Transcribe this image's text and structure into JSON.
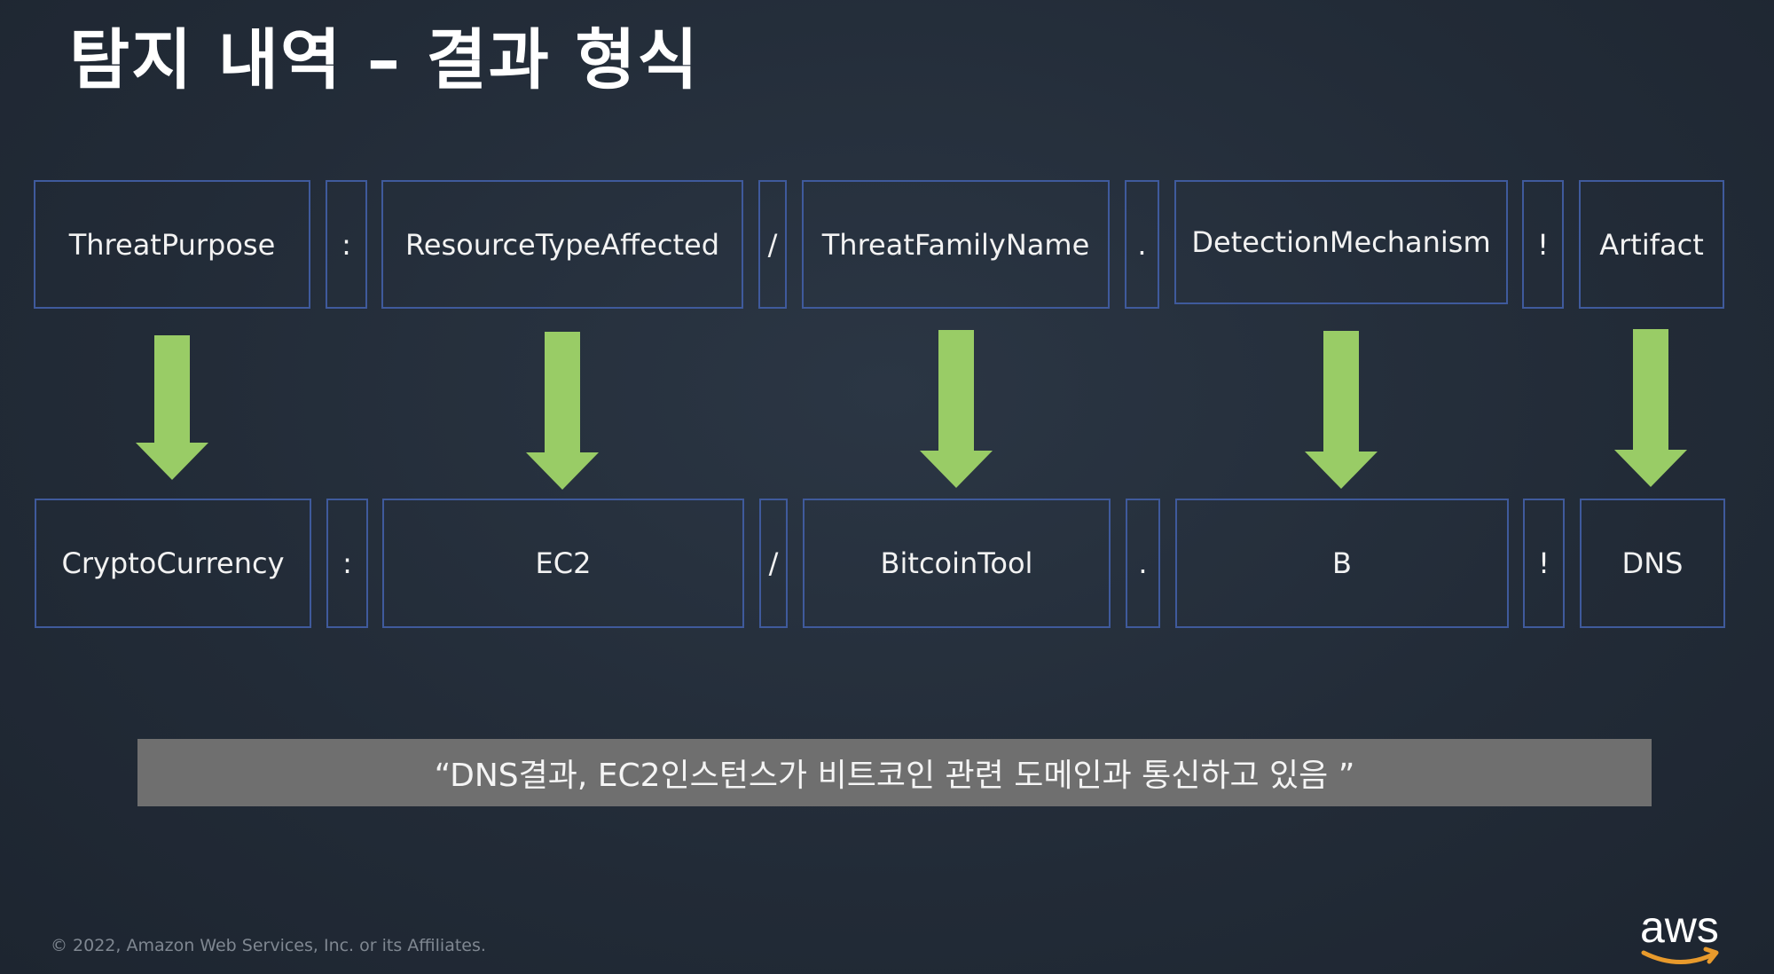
{
  "title": "탐지 내역 – 결과 형식",
  "top_row": {
    "threat_purpose": "ThreatPurpose",
    "sep1": ":",
    "resource_type": "ResourceTypeAffected",
    "sep2": "/",
    "threat_family": "ThreatFamilyName",
    "sep3": ".",
    "detection": "DetectionMechanism",
    "sep4": "!",
    "artifact": "Artifact"
  },
  "bottom_row": {
    "threat_purpose": "CryptoCurrency",
    "sep1": ":",
    "resource_type": "EC2",
    "sep2": "/",
    "threat_family": "BitcoinTool",
    "sep3": ".",
    "detection": "B",
    "sep4": "!",
    "artifact": "DNS"
  },
  "caption": "“DNS결과, EC2인스턴스가 비트코인 관련 도메인과 통신하고 있음 ”",
  "footer": "© 2022, Amazon Web Services, Inc. or its Affiliates.",
  "logo_text": "aws",
  "colors": {
    "arrow": "#99cc66",
    "box_border": "#3f5a9c",
    "caption_bg": "#6f6f6f",
    "logo_smile": "#e89a2c"
  }
}
